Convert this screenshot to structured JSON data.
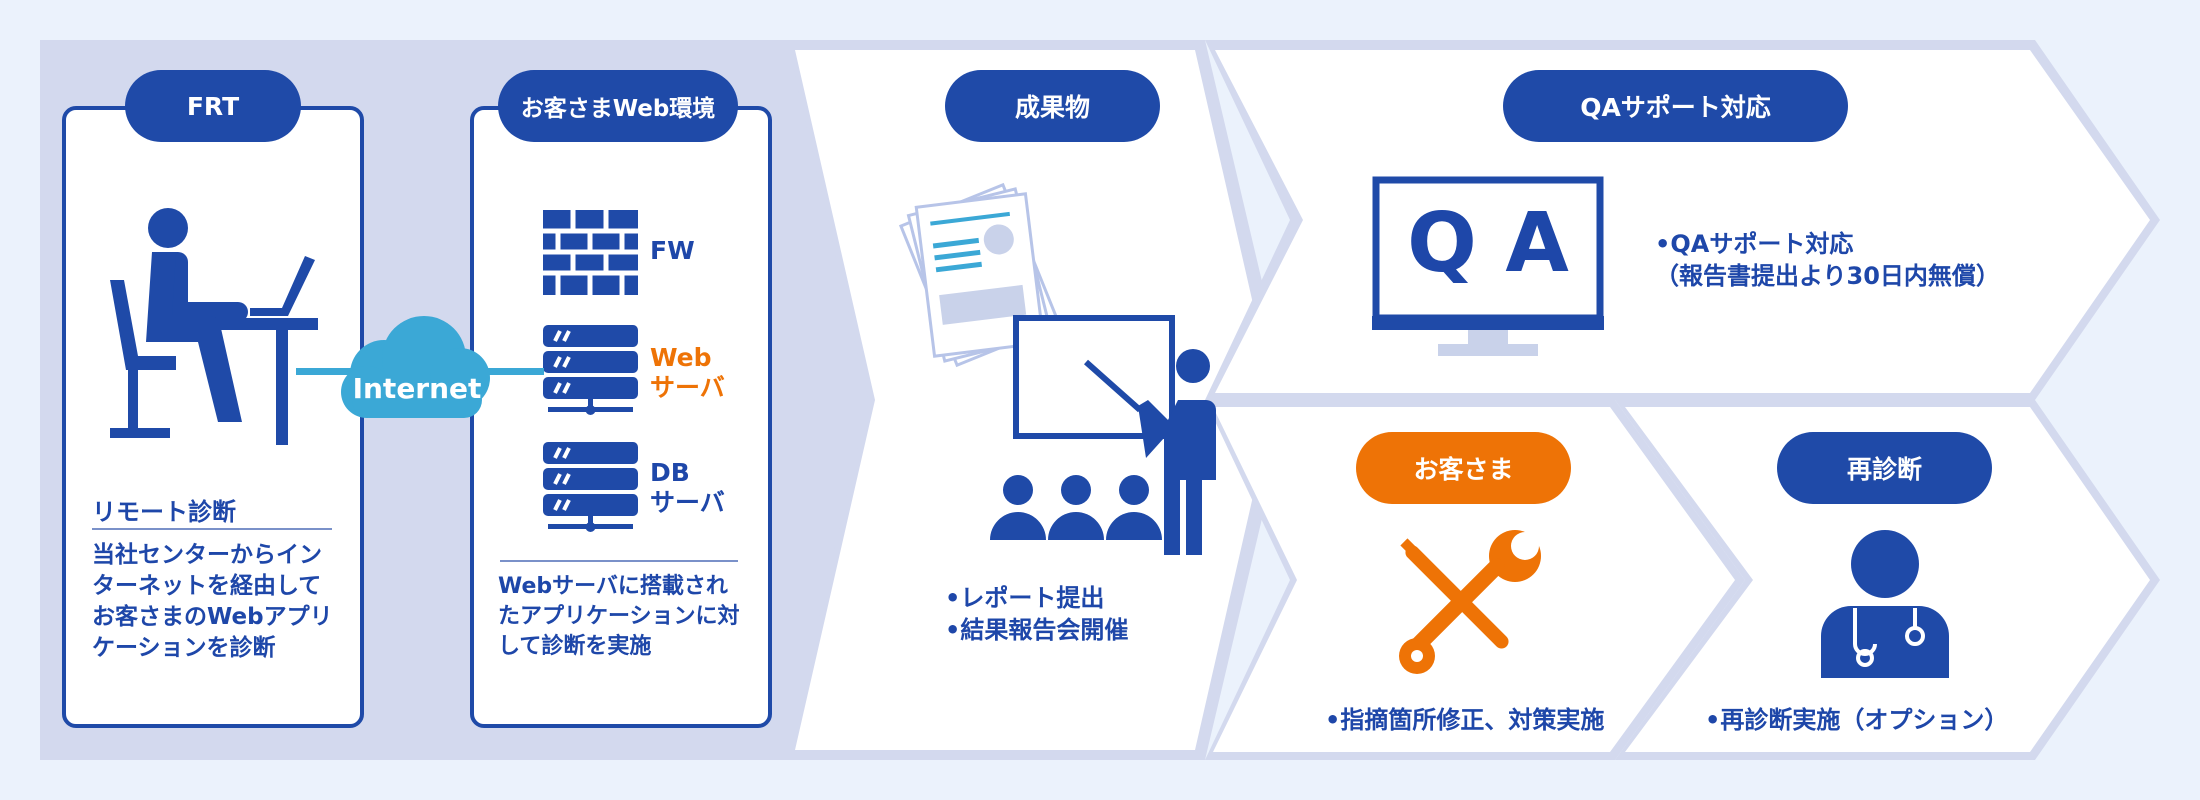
{
  "frt": {
    "title": "FRT",
    "subtitle": "リモート診断",
    "description": "当社センターからイン\nターネットを経由して\nお客さまのWebアプリ\nケーションを診断"
  },
  "internet": {
    "label": "Internet"
  },
  "customer_env": {
    "title": "お客さまWeb環境",
    "fw_label": "FW",
    "web_label": "Web\nサーバ",
    "db_label": "DB\nサーバ",
    "description": "Webサーバに搭載され\nたアプリケーションに対\nして診断を実施"
  },
  "deliverables": {
    "title": "成果物",
    "items": "•レポート提出\n•結果報告会開催"
  },
  "qa": {
    "title": "QAサポート対応",
    "monitor_text": "Q A",
    "items": "•QAサポート対応\n（報告書提出より30日内無償）"
  },
  "customer": {
    "title": "お客さま",
    "items": "•指摘箇所修正、対策実施"
  },
  "rediagnosis": {
    "title": "再診断",
    "items": "•再診断実施（オプション）"
  },
  "colors": {
    "brand_blue": "#1f4aa8",
    "accent_orange": "#ee7306",
    "cloud_blue": "#3ba8d6",
    "panel_gray": "#d3d9ee",
    "background": "#ebf2fc"
  }
}
